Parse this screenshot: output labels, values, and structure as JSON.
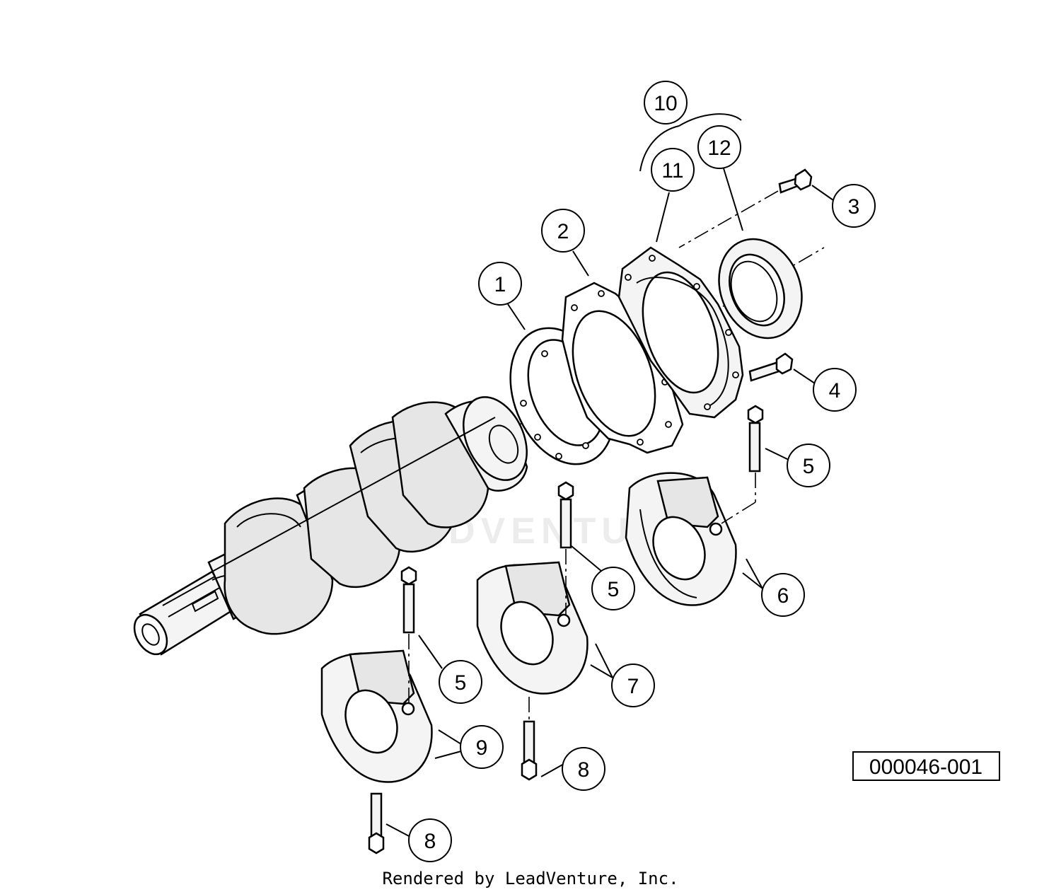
{
  "diagram": {
    "callouts": [
      {
        "id": "c1",
        "label": "1"
      },
      {
        "id": "c2",
        "label": "2"
      },
      {
        "id": "c3",
        "label": "3"
      },
      {
        "id": "c4",
        "label": "4"
      },
      {
        "id": "c5a",
        "label": "5"
      },
      {
        "id": "c5b",
        "label": "5"
      },
      {
        "id": "c5c",
        "label": "5"
      },
      {
        "id": "c6",
        "label": "6"
      },
      {
        "id": "c7",
        "label": "7"
      },
      {
        "id": "c8a",
        "label": "8"
      },
      {
        "id": "c8b",
        "label": "8"
      },
      {
        "id": "c9",
        "label": "9"
      },
      {
        "id": "c10",
        "label": "10"
      },
      {
        "id": "c11",
        "label": "11"
      },
      {
        "id": "c12",
        "label": "12"
      }
    ],
    "reference_number": "000046-001",
    "watermark": "LEADVENTURE",
    "footer": "Rendered by LeadVenture, Inc."
  }
}
